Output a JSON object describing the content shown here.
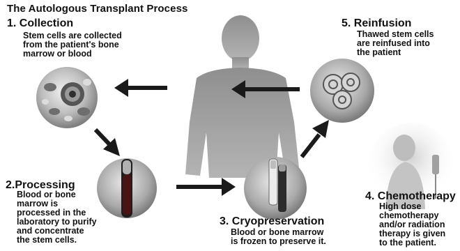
{
  "title": "The Autologous Transplant Process",
  "steps": [
    {
      "title": "1. Collection",
      "desc": "Stem cells are collected\nfrom the patient's bone\nmarrow or blood"
    },
    {
      "title": "2.Processing",
      "desc": "Blood or bone\nmarrow is\nprocessed in the\nlaboratory to purify\nand concentrate\nthe stem cells."
    },
    {
      "title": "3. Cryopreservation",
      "desc": "Blood or bone marrow\nis frozen to preserve it."
    },
    {
      "title": "4. Chemotherapy",
      "desc": "High dose\nchemotherapy\nand/or radiation\ntherapy is given\nto the patient."
    },
    {
      "title": "5. Reinfusion",
      "desc": "Thawed stem cells\nare reinfused into\nthe patient"
    }
  ],
  "colors": {
    "silhouette": "#9a9a9a",
    "arrow": "#1a1a1a",
    "circle_light": "#e6e6e6",
    "circle_dark": "#8c8c8c"
  }
}
